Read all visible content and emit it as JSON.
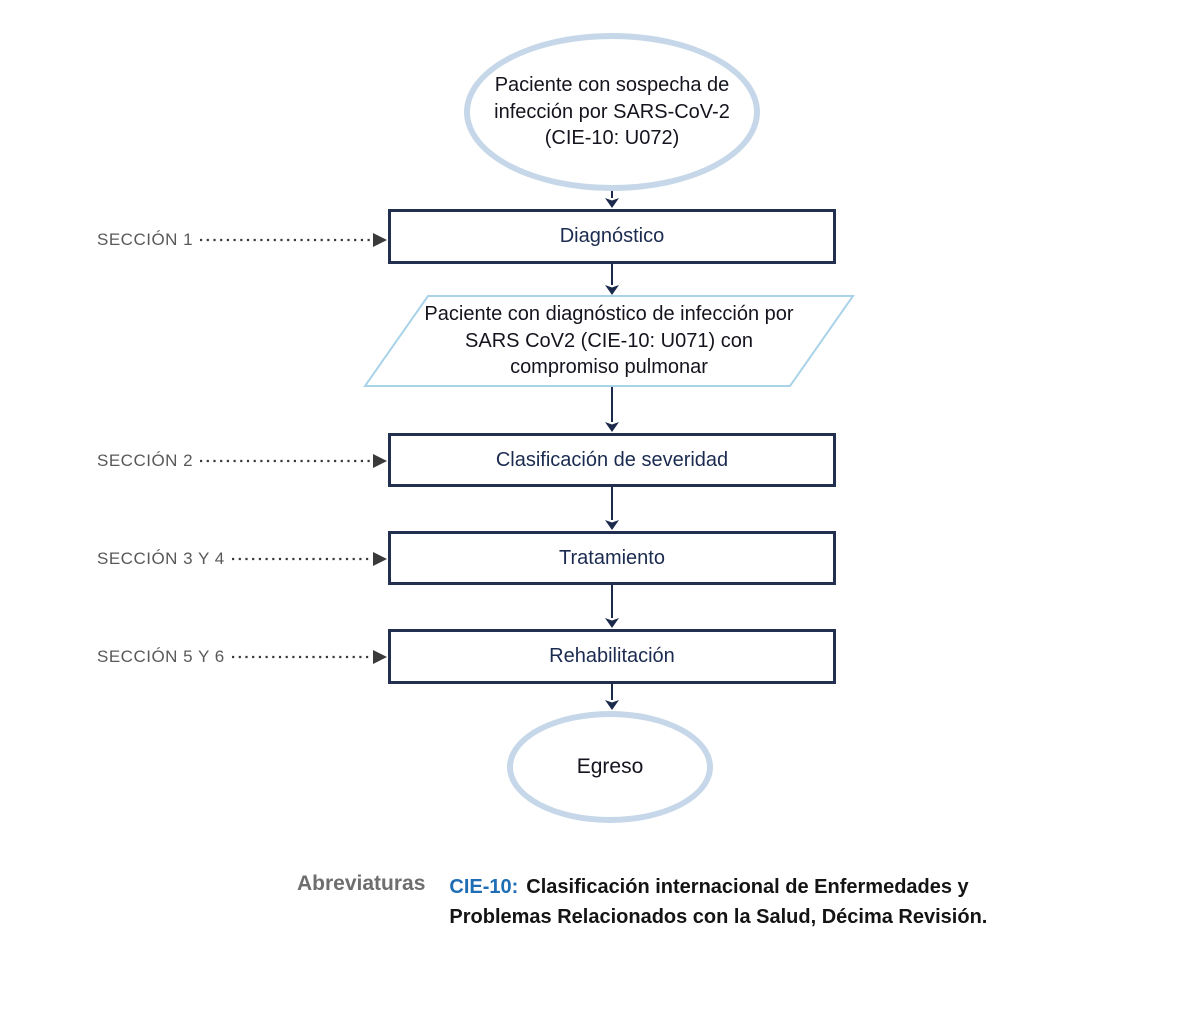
{
  "flowchart": {
    "start": "Paciente con sospecha de infección por SARS-CoV-2 (CIE-10: U072)",
    "steps": [
      "Diagnóstico",
      "Clasificación de severidad",
      "Tratamiento",
      "Rehabilitación"
    ],
    "diagnosed_patient": "Paciente con diagnóstico de infección por SARS CoV2 (CIE-10: U071) con compromiso pulmonar",
    "end": "Egreso",
    "sections": [
      "SECCIÓN 1",
      "SECCIÓN 2",
      "SECCIÓN 3 Y 4",
      "SECCIÓN 5 Y 6"
    ]
  },
  "footer": {
    "abbreviations_label": "Abreviaturas",
    "term": "CIE-10:",
    "definition": "Clasificación internacional de Enfermedades y Problemas Relacionados con la Salud, Décima Revisión."
  },
  "colors": {
    "flow_navy": "#1b2a4a",
    "box_border": "#232f4e",
    "terminator_border": "#c5d7e8",
    "parallelogram_border": "#a9d3e8",
    "section_label_gray": "#595959",
    "pointer_gray": "#3a3a3a",
    "abbr_term_blue": "#1e6db5",
    "abbr_label_gray": "#6e6e6e"
  }
}
